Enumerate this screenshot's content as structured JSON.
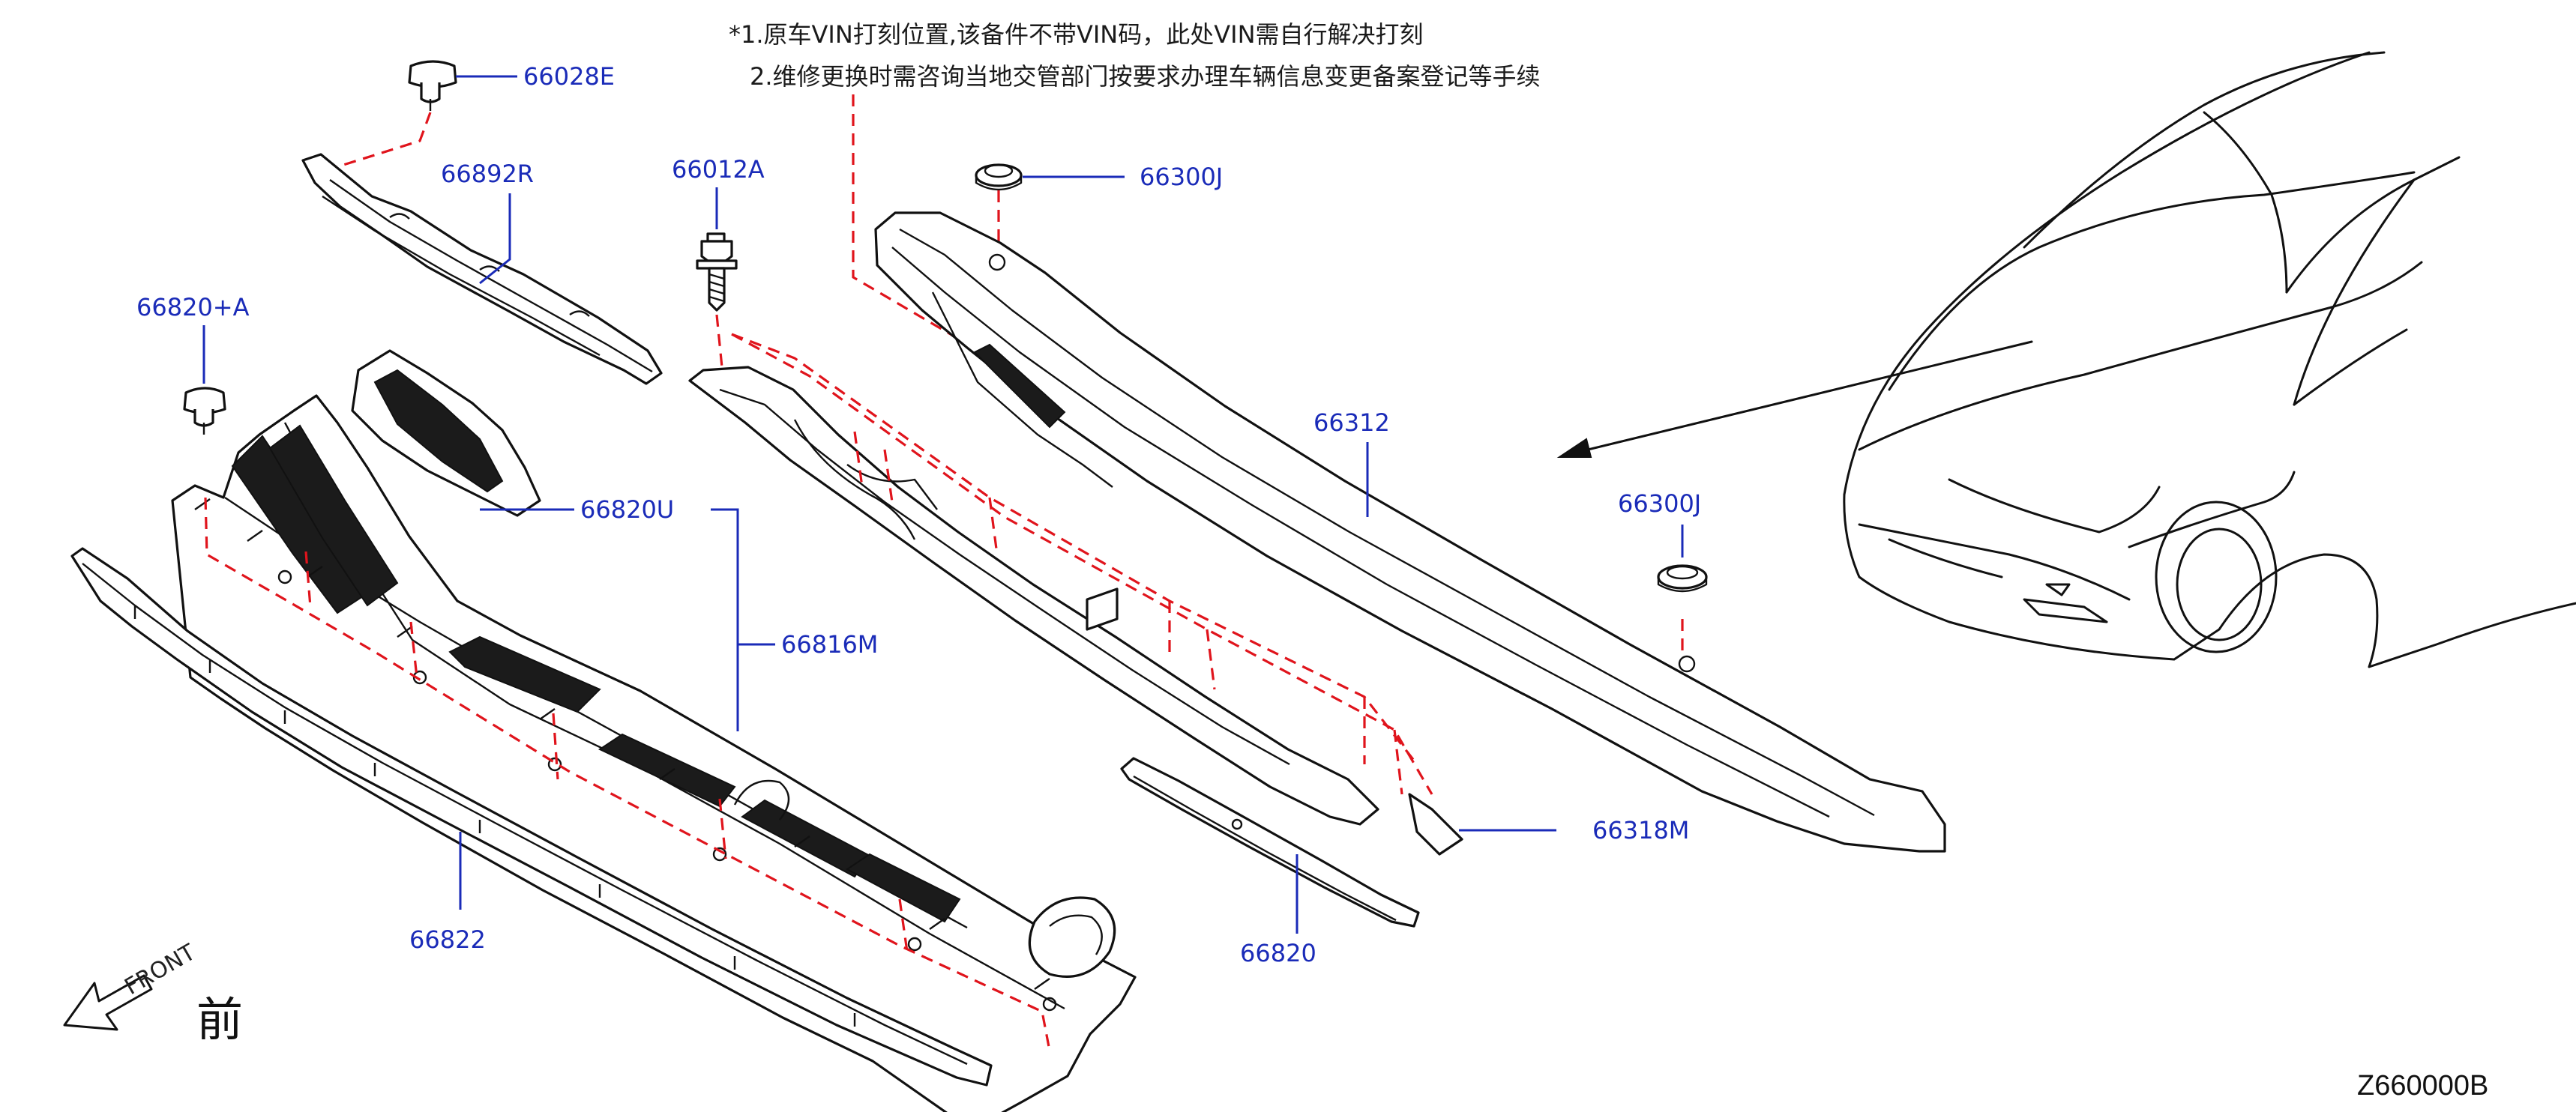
{
  "notes": {
    "line1": "*1.原车VIN打刻位置,该备件不带VIN码，此处VIN需自行解决打刻",
    "line2": "2.维修更换时需咨询当地交管部门按要求办理车辆信息变更备案登记等手续"
  },
  "parts": {
    "p66028E": "66028E",
    "p66892R": "66892R",
    "p66012A": "66012A",
    "p66300J_top": "66300J",
    "p66820A": "66820+A",
    "p66312": "66312",
    "p66300J_right": "66300J",
    "p66820U": "66820U",
    "p66816M": "66816M",
    "p66318M": "66318M",
    "p66822": "66822",
    "p66820": "66820"
  },
  "orientation": {
    "front": "FRONT",
    "front_cn": "前"
  },
  "diagram_code": "Z660000B",
  "colors": {
    "label": "#1a2bb8",
    "dash": "#e0141c",
    "line": "#111111"
  }
}
